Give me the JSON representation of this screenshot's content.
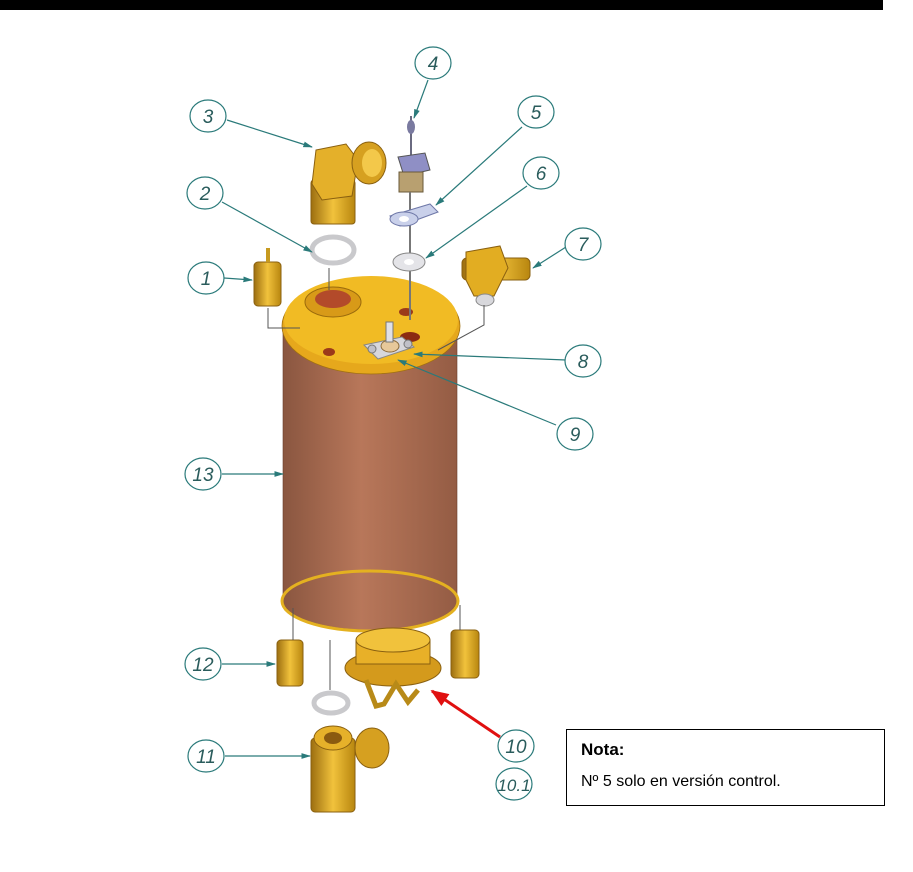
{
  "callouts": {
    "c1": "1",
    "c2": "2",
    "c3": "3",
    "c4": "4",
    "c5": "5",
    "c6": "6",
    "c7": "7",
    "c8": "8",
    "c9": "9",
    "c10": "10",
    "c10_1": "10.1",
    "c11": "11",
    "c12": "12",
    "c13": "13"
  },
  "note": {
    "title": "Nota:",
    "text": "Nº 5 solo en versión control."
  },
  "colors": {
    "callout": "#2a7a7a",
    "brass": "#d9a521",
    "copper": "#a8684a",
    "arrow": "#e01010"
  }
}
